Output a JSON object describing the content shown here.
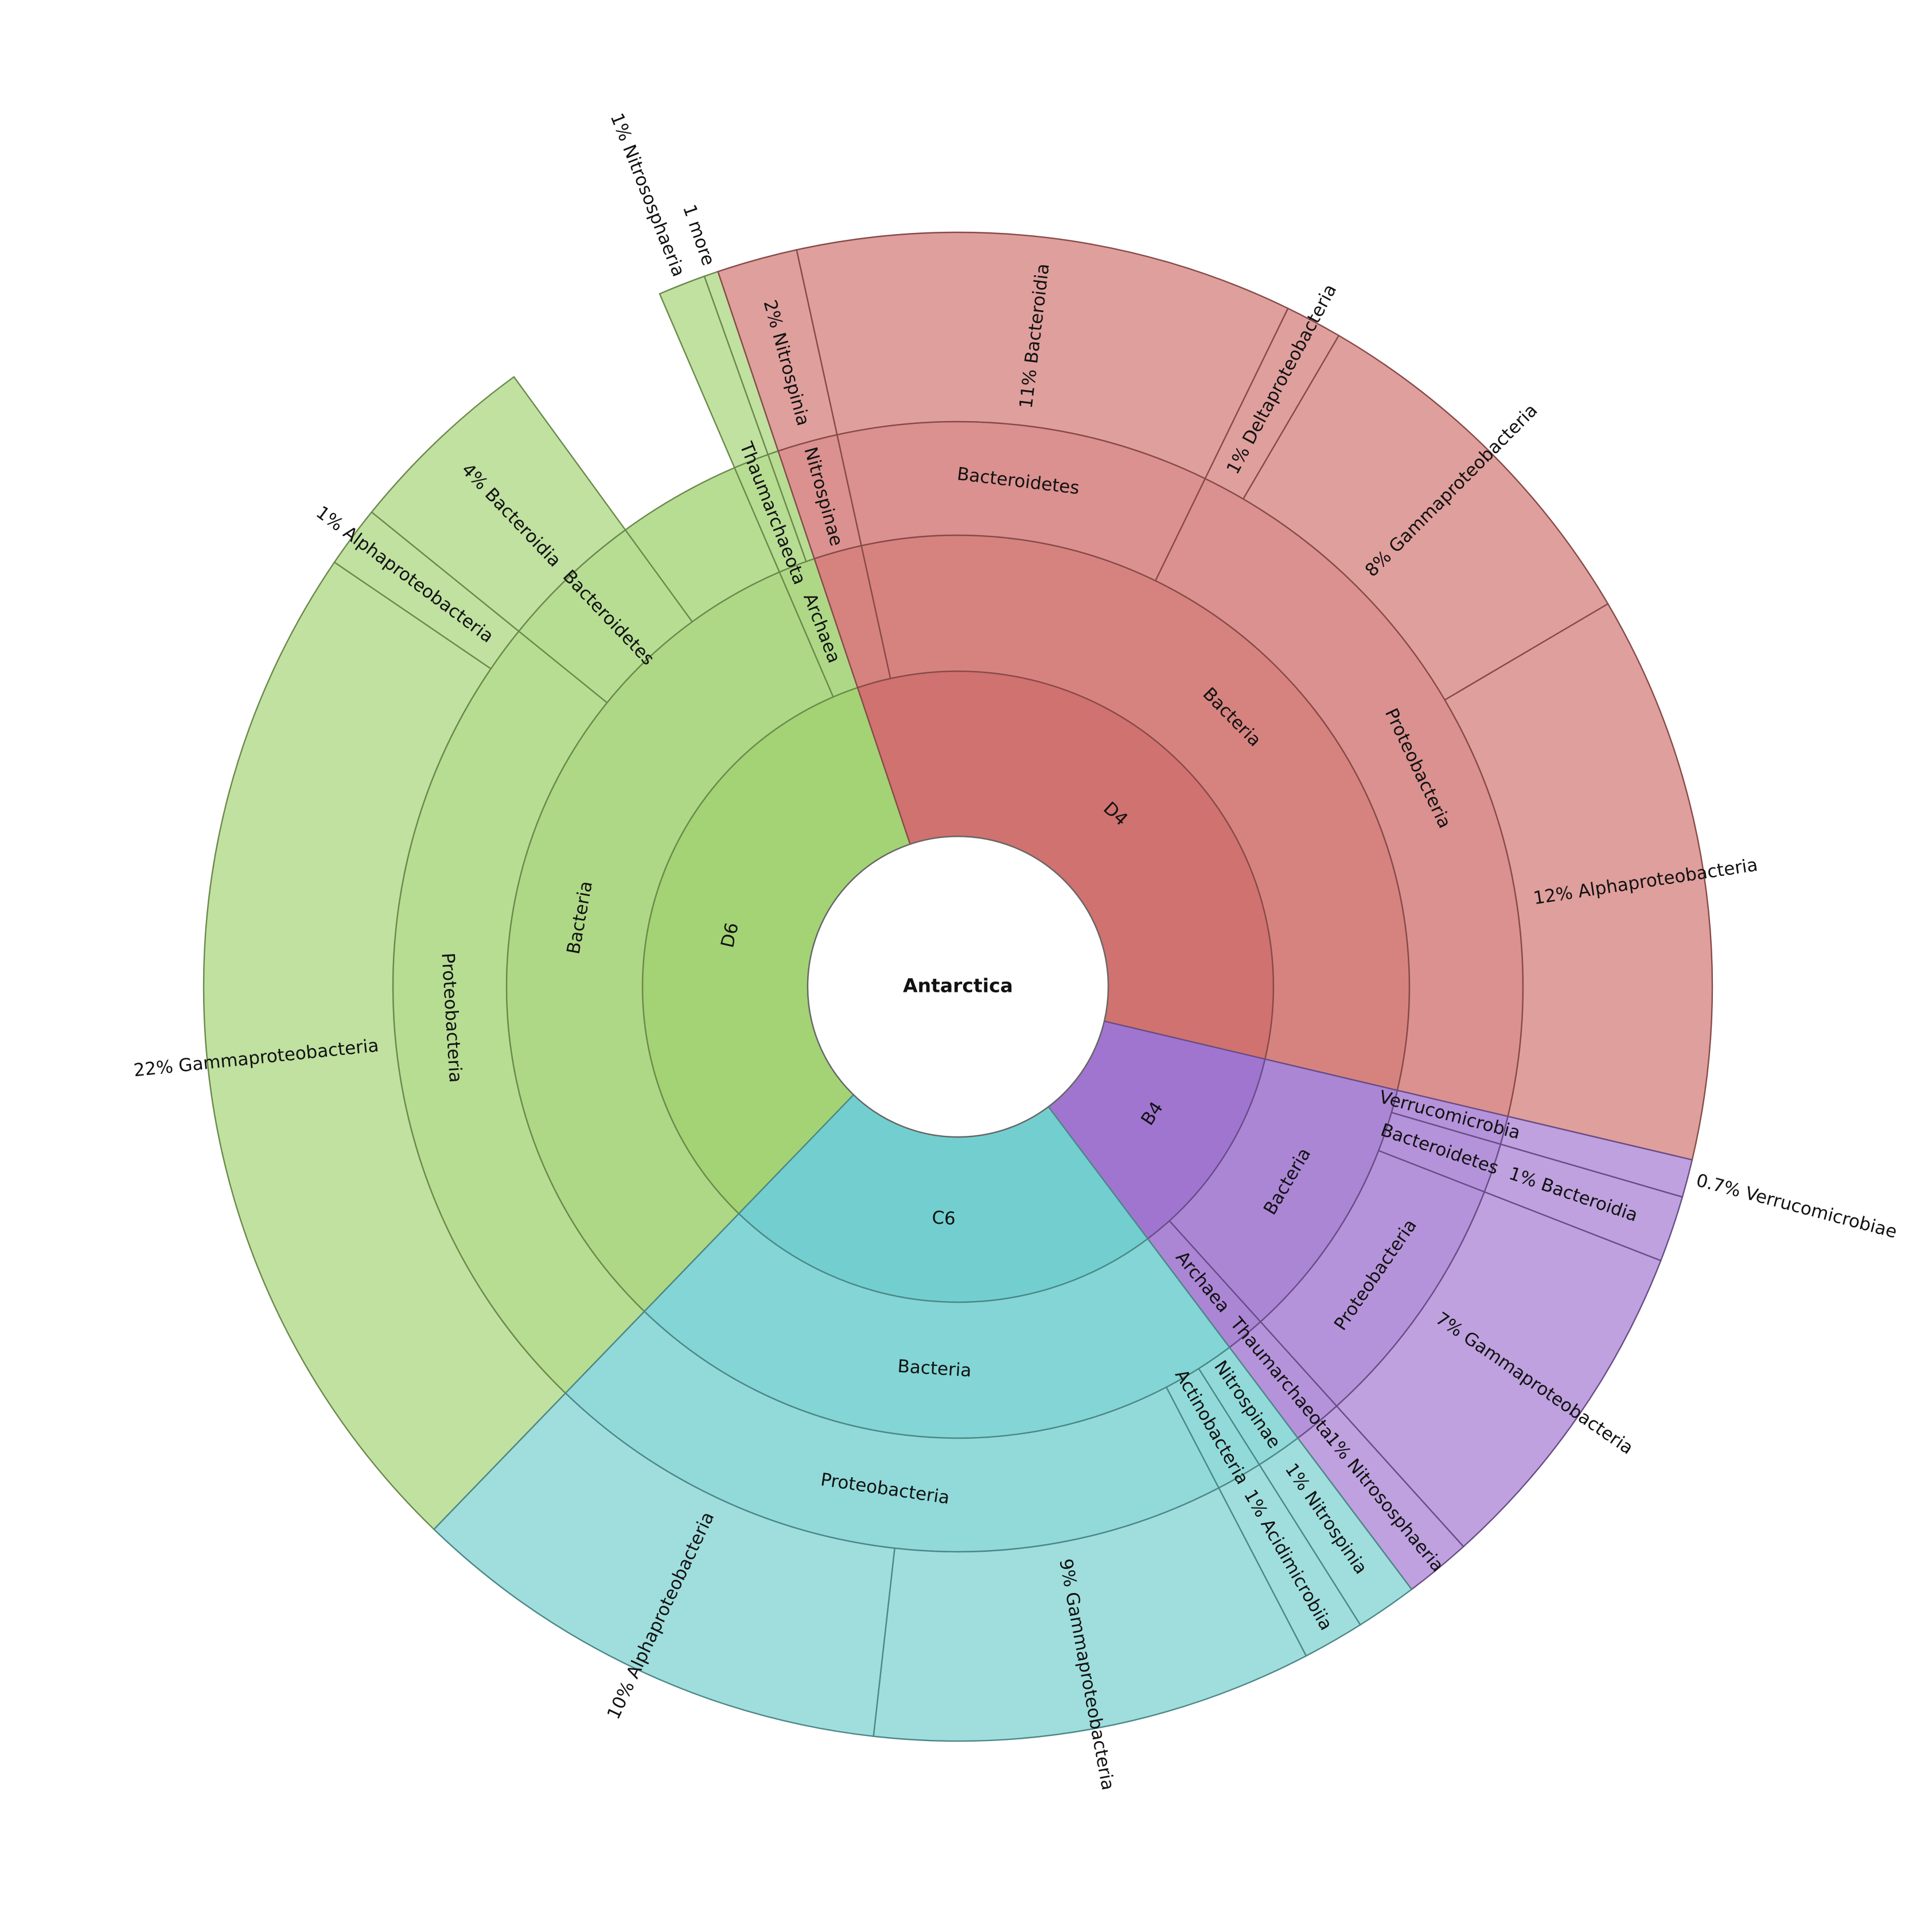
{
  "chart_data": {
    "type": "sunburst",
    "title": "Antarctica",
    "subtitle": "",
    "legend": "none",
    "grid": false,
    "root": {
      "name": "Antarctica",
      "children": [
        {
          "name": "D6",
          "color": "#a3d374",
          "children": [
            {
              "name": "Bacteria",
              "children": [
                {
                  "name": "Proteobacteria",
                  "children": [
                    {
                      "name": "Gammaproteobacteria",
                      "percent": "22%",
                      "value": 22
                    },
                    {
                      "name": "Alphaproteobacteria",
                      "percent": "1%",
                      "value": 1.3
                    }
                  ]
                },
                {
                  "name": "Bacteroidetes",
                  "children": [
                    {
                      "name": "Bacteroidia",
                      "percent": "4%",
                      "value": 4.1
                    }
                  ]
                },
                {
                  "name": "",
                  "value": 3.5
                }
              ]
            },
            {
              "name": "Archaea",
              "children": [
                {
                  "name": "Thaumarchaeota",
                  "children": [
                    {
                      "name": "Nitrososphaeria",
                      "percent": "1%",
                      "value": 1.0
                    }
                  ]
                },
                {
                  "name": "",
                  "children": [
                    {
                      "name": "1 more",
                      "value": 0.3
                    }
                  ]
                }
              ]
            }
          ]
        },
        {
          "name": "D4",
          "color": "#d0726f",
          "children": [
            {
              "name": "",
              "children": [
                {
                  "name": "Nitrospinae",
                  "children": [
                    {
                      "name": "Nitrospinia",
                      "percent": "2%",
                      "value": 1.7
                    }
                  ]
                }
              ]
            },
            {
              "name": "Bacteria",
              "children": [
                {
                  "name": "Bacteroidetes",
                  "children": [
                    {
                      "name": "Bacteroidia",
                      "percent": "11%",
                      "value": 10.5
                    }
                  ]
                },
                {
                  "name": "Proteobacteria",
                  "children": [
                    {
                      "name": "Deltaproteobacteria",
                      "percent": "1%",
                      "value": 1.2
                    },
                    {
                      "name": "Gammaproteobacteria",
                      "percent": "8%",
                      "value": 8.0
                    },
                    {
                      "name": "Alphaproteobacteria",
                      "percent": "12%",
                      "value": 12.0
                    }
                  ]
                }
              ]
            }
          ]
        },
        {
          "name": "B4",
          "color": "#a075cf",
          "children": [
            {
              "name": "Bacteria",
              "children": [
                {
                  "name": "Verrucomicrobia",
                  "children": [
                    {
                      "name": "Verrucomicrobiae",
                      "percent": "0.7%",
                      "value": 0.8
                    }
                  ]
                },
                {
                  "name": "Bacteroidetes",
                  "children": [
                    {
                      "name": "Bacteroidia",
                      "percent": "1%",
                      "value": 1.4
                    }
                  ]
                },
                {
                  "name": "Proteobacteria",
                  "children": [
                    {
                      "name": "Gammaproteobacteria",
                      "percent": "7%",
                      "value": 7.3
                    }
                  ]
                }
              ]
            },
            {
              "name": "Archaea",
              "children": [
                {
                  "name": "Thaumarchaeota",
                  "children": [
                    {
                      "name": "Nitrososphaeria",
                      "percent": "1%",
                      "value": 1.4
                    }
                  ]
                }
              ]
            }
          ]
        },
        {
          "name": "C6",
          "color": "#73cfcf",
          "children": [
            {
              "name": "Bacteria",
              "children": [
                {
                  "name": "Nitrospinae",
                  "children": [
                    {
                      "name": "Nitrospinia",
                      "percent": "1%",
                      "value": 1.3
                    }
                  ]
                },
                {
                  "name": "Actinobacteria",
                  "children": [
                    {
                      "name": "Acidimicrobiia",
                      "percent": "1%",
                      "value": 1.3
                    }
                  ]
                },
                {
                  "name": "Proteobacteria",
                  "children": [
                    {
                      "name": "Gammaproteobacteria",
                      "percent": "9%",
                      "value": 9.3
                    },
                    {
                      "name": "Alphaproteobacteria",
                      "percent": "10%",
                      "value": 10.3
                    }
                  ]
                }
              ]
            }
          ]
        }
      ]
    }
  }
}
